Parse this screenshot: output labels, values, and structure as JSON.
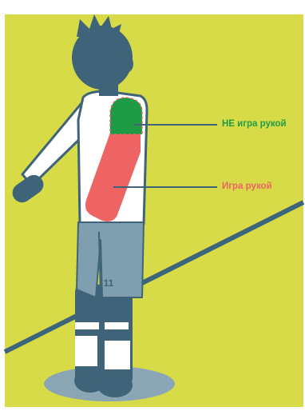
{
  "labels": {
    "not_handball": "НЕ игра рукой",
    "handball": "Игра рукой"
  },
  "player": {
    "number": "11"
  },
  "colors": {
    "background": "#d7db47",
    "figure": "#3f6479",
    "shirt": "#ffffff",
    "shorts": "#7f9fb0",
    "not_handball_zone": "#1f9b45",
    "handball_zone": "#ee6464",
    "not_handball_text": "#1f9b45",
    "handball_text": "#ee6464",
    "shadow": "#8aa6b5"
  }
}
